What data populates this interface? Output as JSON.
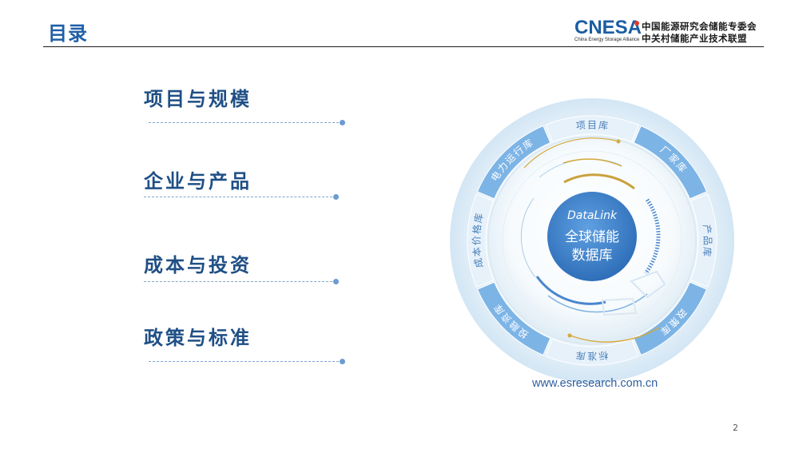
{
  "header": {
    "title": "目录",
    "logo": {
      "mark": "CNESA",
      "subtitle": "China Energy Storage Alliance",
      "cn_line1": "中国能源研究会储能专委会",
      "cn_line2": "中关村储能产业技术联盟"
    }
  },
  "menu": [
    {
      "label": "项目与规模"
    },
    {
      "label": "企业与产品"
    },
    {
      "label": "成本与投资"
    },
    {
      "label": "政策与标准"
    }
  ],
  "wheel": {
    "brand": "DataLink",
    "center_line1": "全球储能",
    "center_line2": "数据库",
    "segments": [
      "项目库",
      "厂家库",
      "产品库",
      "政策库",
      "标准库",
      "投融资库",
      "成本价格库",
      "电力运行库"
    ]
  },
  "url": "www.esresearch.com.cn",
  "page_number": "2",
  "colors": {
    "title_blue": "#1f5fa8",
    "menu_text": "#1f4f85",
    "ring_blue": "#4f90d8",
    "center_blue": "#3f82cf",
    "accent_gold": "#d6a93a"
  }
}
